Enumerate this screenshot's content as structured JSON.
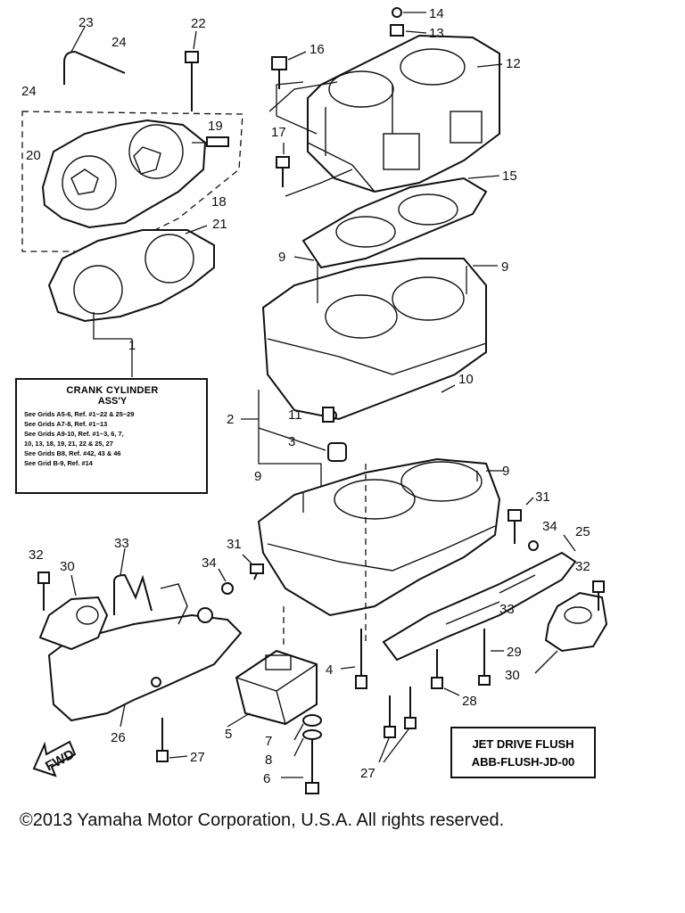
{
  "callouts": [
    {
      "id": "c23",
      "text": "23"
    },
    {
      "id": "c24a",
      "text": "24"
    },
    {
      "id": "c24b",
      "text": "24"
    },
    {
      "id": "c22",
      "text": "22"
    },
    {
      "id": "c20",
      "text": "20"
    },
    {
      "id": "c19",
      "text": "19"
    },
    {
      "id": "c18",
      "text": "18"
    },
    {
      "id": "c21",
      "text": "21"
    },
    {
      "id": "c14",
      "text": "14"
    },
    {
      "id": "c13",
      "text": "13"
    },
    {
      "id": "c16",
      "text": "16"
    },
    {
      "id": "c12",
      "text": "12"
    },
    {
      "id": "c17",
      "text": "17"
    },
    {
      "id": "c15",
      "text": "15"
    },
    {
      "id": "c9a",
      "text": "9"
    },
    {
      "id": "c9b",
      "text": "9"
    },
    {
      "id": "c1",
      "text": "1"
    },
    {
      "id": "c10",
      "text": "10"
    },
    {
      "id": "c11",
      "text": "11"
    },
    {
      "id": "c2",
      "text": "2"
    },
    {
      "id": "c3",
      "text": "3"
    },
    {
      "id": "c9c",
      "text": "9"
    },
    {
      "id": "c9d",
      "text": "9"
    },
    {
      "id": "c31a",
      "text": "31"
    },
    {
      "id": "c34a",
      "text": "34"
    },
    {
      "id": "c25",
      "text": "25"
    },
    {
      "id": "c32a",
      "text": "32"
    },
    {
      "id": "c30a",
      "text": "30"
    },
    {
      "id": "c33a",
      "text": "33"
    },
    {
      "id": "c31b",
      "text": "31"
    },
    {
      "id": "c34b",
      "text": "34"
    },
    {
      "id": "c32b",
      "text": "32"
    },
    {
      "id": "c33b",
      "text": "33"
    },
    {
      "id": "c29",
      "text": "29"
    },
    {
      "id": "c30b",
      "text": "30"
    },
    {
      "id": "c4",
      "text": "4"
    },
    {
      "id": "c28",
      "text": "28"
    },
    {
      "id": "c26",
      "text": "26"
    },
    {
      "id": "c5",
      "text": "5"
    },
    {
      "id": "c7",
      "text": "7"
    },
    {
      "id": "c8",
      "text": "8"
    },
    {
      "id": "c27a",
      "text": "27"
    },
    {
      "id": "c27b",
      "text": "27"
    },
    {
      "id": "c6",
      "text": "6"
    }
  ],
  "info_box": {
    "title": "CRANK CYLINDER",
    "subtitle": "ASS'Y",
    "refs": [
      "See Grids A5-6, Ref. #1~22 & 25~29",
      "See Grids A7-8, Ref. #1~13",
      "See Grids A9-10, Ref. #1~3, 6, 7,",
      "10, 13, 18, 19, 21, 22 & 25, 27",
      "See Grids B8, Ref. #42, 43 & 46",
      "See Grid B-9, Ref. #14"
    ]
  },
  "fwd_label": "FWD",
  "jet_drive_box": {
    "line1": "JET DRIVE FLUSH",
    "line2": "ABB-FLUSH-JD-00"
  },
  "copyright": "©2013 Yamaha Motor Corporation, U.S.A. All rights reserved."
}
